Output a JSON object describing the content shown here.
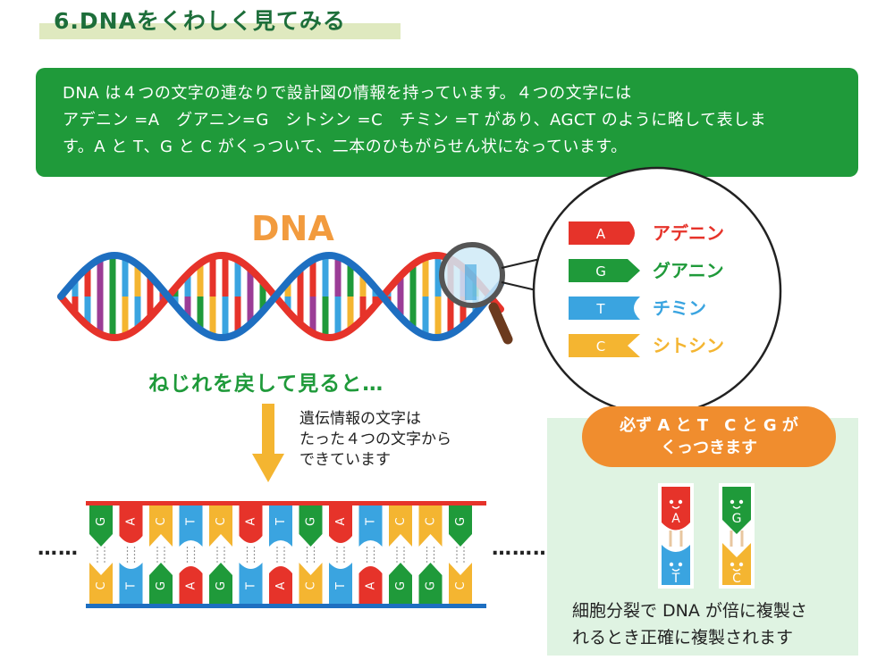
{
  "title": "6.DNAをくわしく見てみる",
  "intro": {
    "line1": "DNA は４つの文字の連なりで設計図の情報を持っています。４つの文字には",
    "line2": "アデニン =A　グアニン=G　シトシン =C　チミン =T があり、AGCT のように略して表しま",
    "line3": "す。A と T、G と C がくっついて、二本のひもがらせん状になっています。"
  },
  "dna_label": "DNA",
  "legend": [
    {
      "letter": "A",
      "name": "アデニン",
      "color": "#e6332a"
    },
    {
      "letter": "G",
      "name": "グアニン",
      "color": "#1f9a3a"
    },
    {
      "letter": "T",
      "name": "チミン",
      "color": "#3aa4e0"
    },
    {
      "letter": "C",
      "name": "シトシン",
      "color": "#f4b531"
    }
  ],
  "caption_untwist": "ねじれを戻して見ると…",
  "note": {
    "line1": "遺伝情報の文字は",
    "line2": "たった４つの文字から",
    "line3": "できています"
  },
  "ellipsis_left": "……",
  "ellipsis_right": "………",
  "top_strand": [
    "G",
    "A",
    "C",
    "T",
    "C",
    "A",
    "T",
    "G",
    "A",
    "T",
    "C",
    "C",
    "G"
  ],
  "bottom_strand": [
    "C",
    "T",
    "G",
    "A",
    "G",
    "T",
    "A",
    "C",
    "T",
    "A",
    "G",
    "G",
    "C"
  ],
  "pair_note": {
    "line1": "必ず A と T　C と G が",
    "line2": "くっつきます"
  },
  "pair_examples": [
    {
      "top": "A",
      "bottom": "T"
    },
    {
      "top": "G",
      "bottom": "C"
    }
  ],
  "replication": {
    "line1": "細胞分裂で DNA が倍に複製さ",
    "line2": "れるとき正確に複製されます"
  },
  "colors": {
    "A": "#e6332a",
    "G": "#1f9a3a",
    "T": "#3aa4e0",
    "C": "#f4b531",
    "strand_red": "#e6332a",
    "strand_blue": "#1e6fc1",
    "purple": "#9b3d96",
    "accent_green": "#1f9a3a",
    "accent_orange": "#f08d2e"
  }
}
